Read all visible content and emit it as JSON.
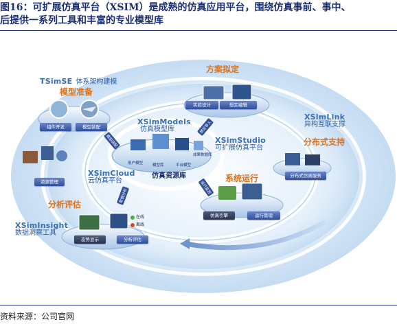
{
  "caption": {
    "line1": "图16：可扩展仿真平台（XSIM）是成熟的仿真应用平台，围绕仿真事前、事中、",
    "line2": "后提供一系列工具和丰富的专业模型库"
  },
  "diagram": {
    "tsimse": {
      "en": "TSimSE",
      "cn": "体系架构建模"
    },
    "model_prep": {
      "title": "模型准备",
      "buttons": [
        "组件开发",
        "模型装配"
      ],
      "resource_btn": "资源管理"
    },
    "scheme": {
      "title": "方案拟定",
      "buttons": [
        "实验设计",
        "想定编辑"
      ]
    },
    "xsimmodels": {
      "en": "XSimModels",
      "cn": "仿真模型库"
    },
    "xsimlink": {
      "en": "XSimLink",
      "cn": "异构互联支撑"
    },
    "distributed": {
      "title": "分布式支持",
      "button": "分布式仿真服务"
    },
    "xsimstudio": {
      "en": "XSimStudio",
      "cn": "可扩展仿真平台"
    },
    "xsimcloud": {
      "en": "XSimCloud",
      "cn": "云仿真平台"
    },
    "run": {
      "title": "系统运行",
      "buttons": [
        "仿真引擎",
        "运行管理"
      ]
    },
    "analysis": {
      "title": "分析评估",
      "buttons": [
        "态势显示",
        "分析评估"
      ]
    },
    "xsiminsight": {
      "en": "XSimInsight",
      "cn": "数据洞察工具"
    },
    "resource_lib": "仿真资源库",
    "model_tags": [
      "用户模型",
      "模型库",
      "平台模型",
      "成果数据库"
    ],
    "flow_tags": [
      "模型装配",
      "想定导入",
      "数据分析",
      "运行监控"
    ],
    "status": {
      "online": "在线",
      "offline": "离线"
    }
  },
  "source": "资料来源：公司官网",
  "colors": {
    "accent_blue": "#3a6fb3",
    "orange": "#d9731f",
    "navy": "#1b2f73"
  }
}
